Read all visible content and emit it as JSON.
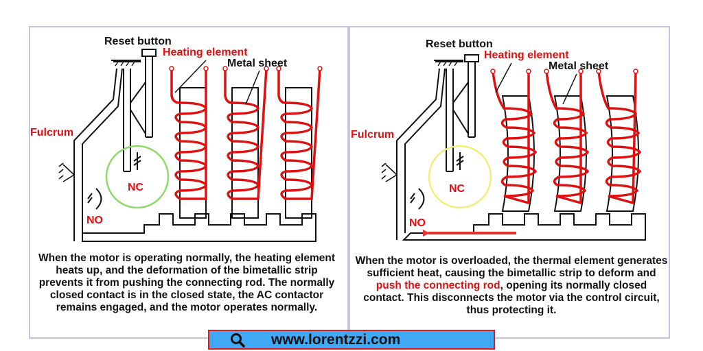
{
  "left_panel": {
    "reset_button": "Reset button",
    "heating_element": "Heating element",
    "metal_sheet": "Metal sheet",
    "fulcrum": "Fulcrum",
    "nc": "NC",
    "no": "NO",
    "caption": "When the motor is operating normally, the heating element heats up, and the deformation of the bimetallic strip prevents it from pushing the connecting rod. The normally closed contact is in the closed state, the AC contactor remains engaged, and the motor operates normally."
  },
  "right_panel": {
    "reset_button": "Reset button",
    "heating_element": "Heating element",
    "metal_sheet": "Metal sheet",
    "fulcrum": "Fulcrum",
    "nc": "NC",
    "no": "NO",
    "caption_before": "When the motor is overloaded, the thermal element generates sufficient heat, causing the bimetallic strip to deform and ",
    "caption_highlight": "push the connecting rod",
    "caption_after": ", opening its normally closed contact. This disconnects the motor via the control circuit, thus protecting it."
  },
  "footer": {
    "url": "www.lorentzzi.com",
    "icon": "search-icon"
  },
  "colors": {
    "label_red": "#e01010",
    "coil_red": "#e01010",
    "nc_circle_left": "#8fd86a",
    "nc_circle_right": "#f2ee7a",
    "bar_blue": "#3fa9f5",
    "frame": "#c7c4e0"
  }
}
